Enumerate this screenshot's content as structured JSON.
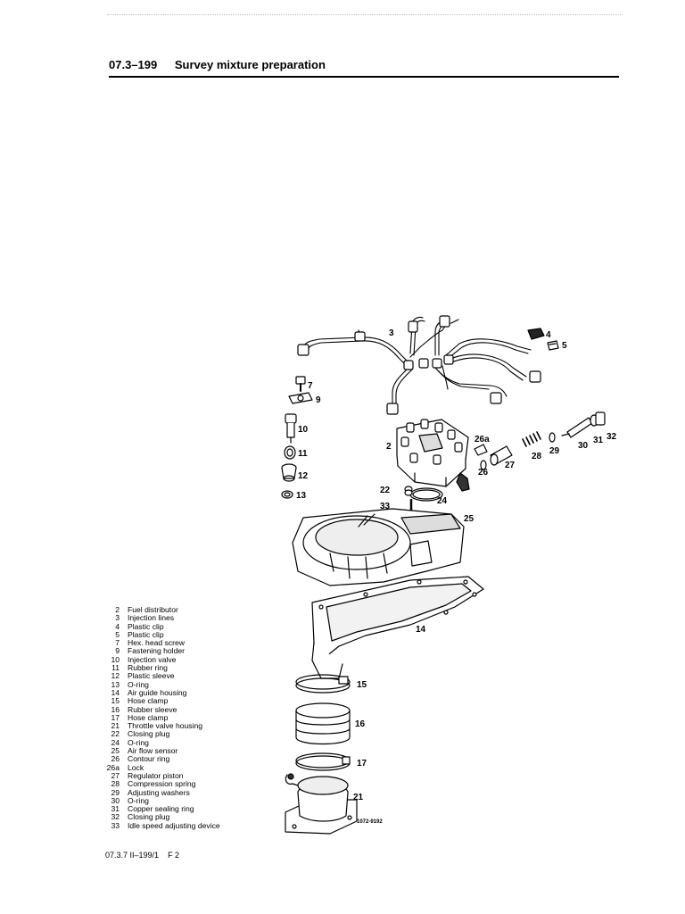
{
  "header": {
    "code": "07.3–199",
    "title": "Survey mixture preparation"
  },
  "legend": [
    {
      "num": "2",
      "label": "Fuel distributor"
    },
    {
      "num": "3",
      "label": "Injection lines"
    },
    {
      "num": "4",
      "label": "Plastic clip"
    },
    {
      "num": "5",
      "label": "Plastic clip"
    },
    {
      "num": "7",
      "label": "Hex. head screw"
    },
    {
      "num": "9",
      "label": "Fastening holder"
    },
    {
      "num": "10",
      "label": "Injection valve"
    },
    {
      "num": "11",
      "label": "Rubber ring"
    },
    {
      "num": "12",
      "label": "Plastic sleeve"
    },
    {
      "num": "13",
      "label": "O-ring"
    },
    {
      "num": "14",
      "label": "Air guide housing"
    },
    {
      "num": "15",
      "label": "Hose clamp"
    },
    {
      "num": "16",
      "label": "Rubber sleeve"
    },
    {
      "num": "17",
      "label": "Hose clamp"
    },
    {
      "num": "21",
      "label": "Throttle valve housing"
    },
    {
      "num": "22",
      "label": "Closing plug"
    },
    {
      "num": "24",
      "label": "O-ring"
    },
    {
      "num": "25",
      "label": "Air flow sensor"
    },
    {
      "num": "26",
      "label": "Contour ring"
    },
    {
      "num": "26a",
      "label": "Lock"
    },
    {
      "num": "27",
      "label": "Regulator piston"
    },
    {
      "num": "28",
      "label": "Compression spring"
    },
    {
      "num": "29",
      "label": "Adjusting washers"
    },
    {
      "num": "30",
      "label": "O-ring"
    },
    {
      "num": "31",
      "label": "Copper sealing ring"
    },
    {
      "num": "32",
      "label": "Closing plug"
    },
    {
      "num": "33",
      "label": "Idle speed adjusting device"
    }
  ],
  "diagram": {
    "callouts": {
      "c2": "2",
      "c3": "3",
      "c4": "4",
      "c5": "5",
      "c7": "7",
      "c9": "9",
      "c10": "10",
      "c11": "11",
      "c12": "12",
      "c13": "13",
      "c14": "14",
      "c15": "15",
      "c16": "16",
      "c17": "17",
      "c21": "21",
      "c22": "22",
      "c24": "24",
      "c25": "25",
      "c26": "26",
      "c26a": "26a",
      "c27": "27",
      "c28": "28",
      "c29": "29",
      "c30": "30",
      "c31": "31",
      "c32": "32",
      "c33": "33"
    },
    "drawing_number": "1072-9192"
  },
  "footer": {
    "ref": "07.3.7 II–199/1",
    "page": "F 2"
  }
}
